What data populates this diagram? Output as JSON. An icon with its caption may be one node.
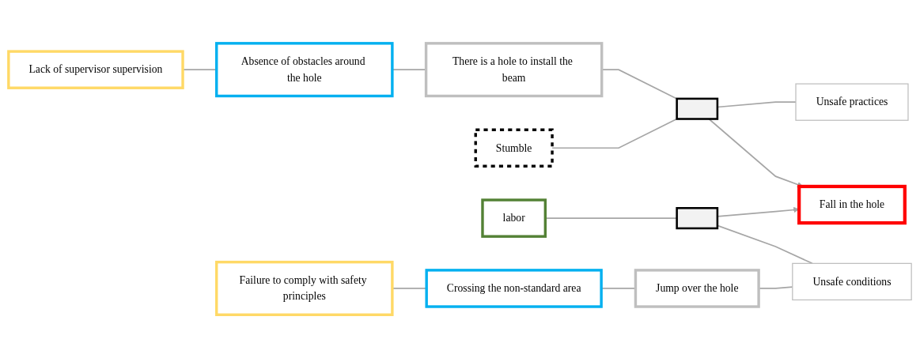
{
  "diagram": {
    "nodes": [
      {
        "text": [
          "Lack of supervisor supervision"
        ]
      },
      {
        "text": [
          "Absence of obstacles around the hole"
        ]
      },
      {
        "text": [
          "There is a hole to install the beam"
        ]
      },
      {
        "text": [],
        "shape": "box"
      },
      {
        "text": [
          "Stumble"
        ]
      },
      {
        "text": [
          "Unsafe practices"
        ]
      },
      {
        "text": [
          "Fall in the hole"
        ]
      },
      {
        "text": [
          "labor"
        ]
      },
      {
        "text": [],
        "shape": "box"
      },
      {
        "text": [
          "Unsafe conditions"
        ]
      },
      {
        "text": [
          "Failure to comply with safety principles"
        ]
      },
      {
        "text": [
          "Crossing the non-standard area"
        ]
      },
      {
        "text": [
          "Jump over the hole"
        ]
      }
    ],
    "edges": [
      {
        "from": 0,
        "to": 1,
        "arrow": "none"
      },
      {
        "from": 1,
        "to": 2,
        "arrow": "none"
      },
      {
        "from": 2,
        "to": 3,
        "arrow": "none"
      },
      {
        "from": 4,
        "to": 3,
        "arrow": "none"
      },
      {
        "from": 3,
        "to": 5,
        "arrow": "none"
      },
      {
        "from": 3,
        "to": 6,
        "arrow": "to"
      },
      {
        "from": 7,
        "to": 8,
        "arrow": "none"
      },
      {
        "from": 8,
        "to": 6,
        "arrow": "to"
      },
      {
        "from": 8,
        "to": 9,
        "arrow": "none"
      },
      {
        "from": 12,
        "to": 9,
        "arrow": "none"
      },
      {
        "from": 11,
        "to": 12,
        "arrow": "none"
      },
      {
        "from": 10,
        "to": 11,
        "arrow": "none"
      }
    ]
  }
}
